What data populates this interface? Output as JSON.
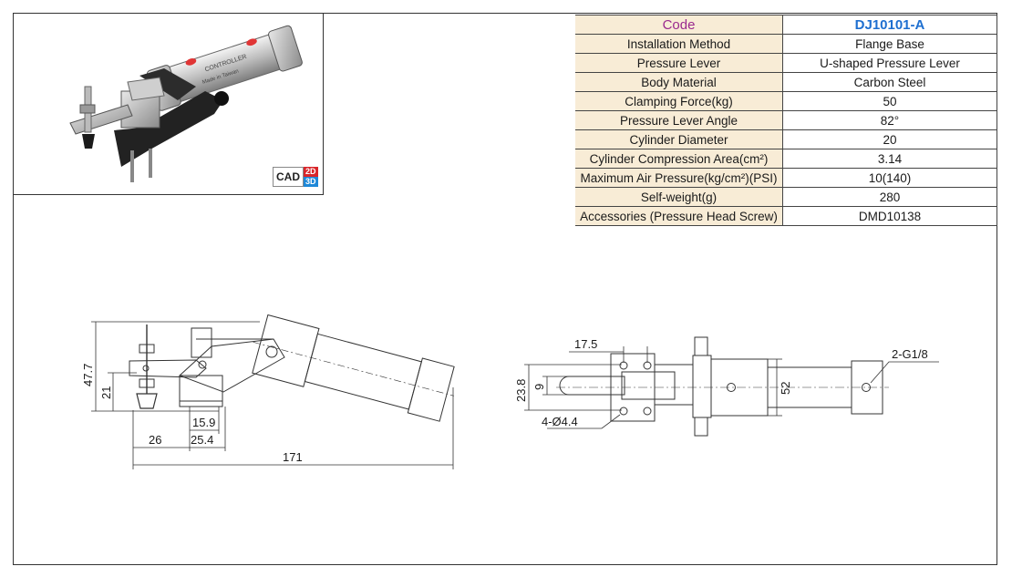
{
  "cad_badge": {
    "label": "CAD",
    "d2": "2D",
    "d3": "3D"
  },
  "photo": {
    "cylinder_label": "CONTROLLER",
    "cylinder_sub": "Made in Taiwan"
  },
  "spec_table": {
    "header": {
      "label": "Code",
      "value": "DJ10101-A"
    },
    "rows": [
      {
        "label": "Installation Method",
        "value": "Flange Base"
      },
      {
        "label": "Pressure Lever",
        "value": "U-shaped Pressure Lever"
      },
      {
        "label": "Body Material",
        "value": "Carbon Steel"
      },
      {
        "label": "Clamping Force(kg)",
        "value": "50"
      },
      {
        "label": "Pressure Lever Angle",
        "value": "82°"
      },
      {
        "label": "Cylinder Diameter",
        "value": "20"
      },
      {
        "label": "Cylinder Compression Area(cm²)",
        "value": "3.14"
      },
      {
        "label": "Maximum Air Pressure(kg/cm²)(PSI)",
        "value": "10(140)"
      },
      {
        "label": "Self-weight(g)",
        "value": "280"
      },
      {
        "label": "Accessories (Pressure Head Screw)",
        "value": "DMD10138"
      }
    ]
  },
  "side_view": {
    "dim_total_height": "47.7",
    "dim_lower_height": "21",
    "dim_base_width": "15.9",
    "dim_offset": "26",
    "dim_pivot": "25.4",
    "dim_total_length": "171"
  },
  "top_view": {
    "dim_hole_pitch": "17.5",
    "dim_base_height": "23.8",
    "dim_slot": "9",
    "dim_hole_spec": "4-Ø4.4",
    "dim_cyl_height": "52",
    "dim_port": "2-G1/8"
  }
}
